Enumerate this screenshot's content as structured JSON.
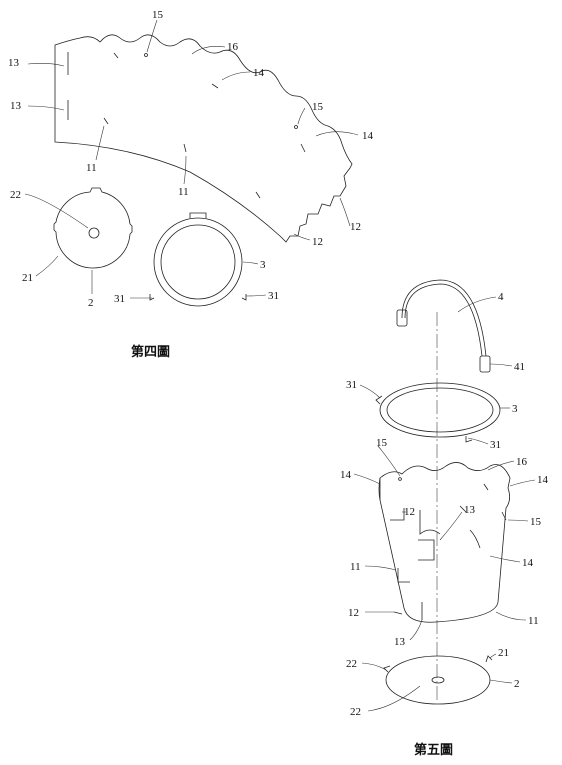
{
  "fig4": {
    "caption": "第四圖",
    "labels": {
      "l15a": "15",
      "l16": "16",
      "l13a": "13",
      "l14a": "14",
      "l13b": "13",
      "l15b": "15",
      "l14b": "14",
      "l11a": "11",
      "l11b": "11",
      "l12a": "12",
      "l12b": "12",
      "l22": "22",
      "l21": "21",
      "l2": "2",
      "l3": "3",
      "l31a": "31",
      "l31b": "31"
    }
  },
  "fig5": {
    "caption": "第五圖",
    "labels": {
      "l4": "4",
      "l41": "41",
      "l31a": "31",
      "l3": "3",
      "l15a": "15",
      "l31b": "31",
      "l16": "16",
      "l14a": "14",
      "l14b": "14",
      "l12a": "12",
      "l13a": "13",
      "l15b": "15",
      "l11a": "11",
      "l14c": "14",
      "l12b": "12",
      "l11b": "11",
      "l13b": "13",
      "l22a": "22",
      "l21": "21",
      "l2": "2",
      "l22b": "22"
    }
  }
}
